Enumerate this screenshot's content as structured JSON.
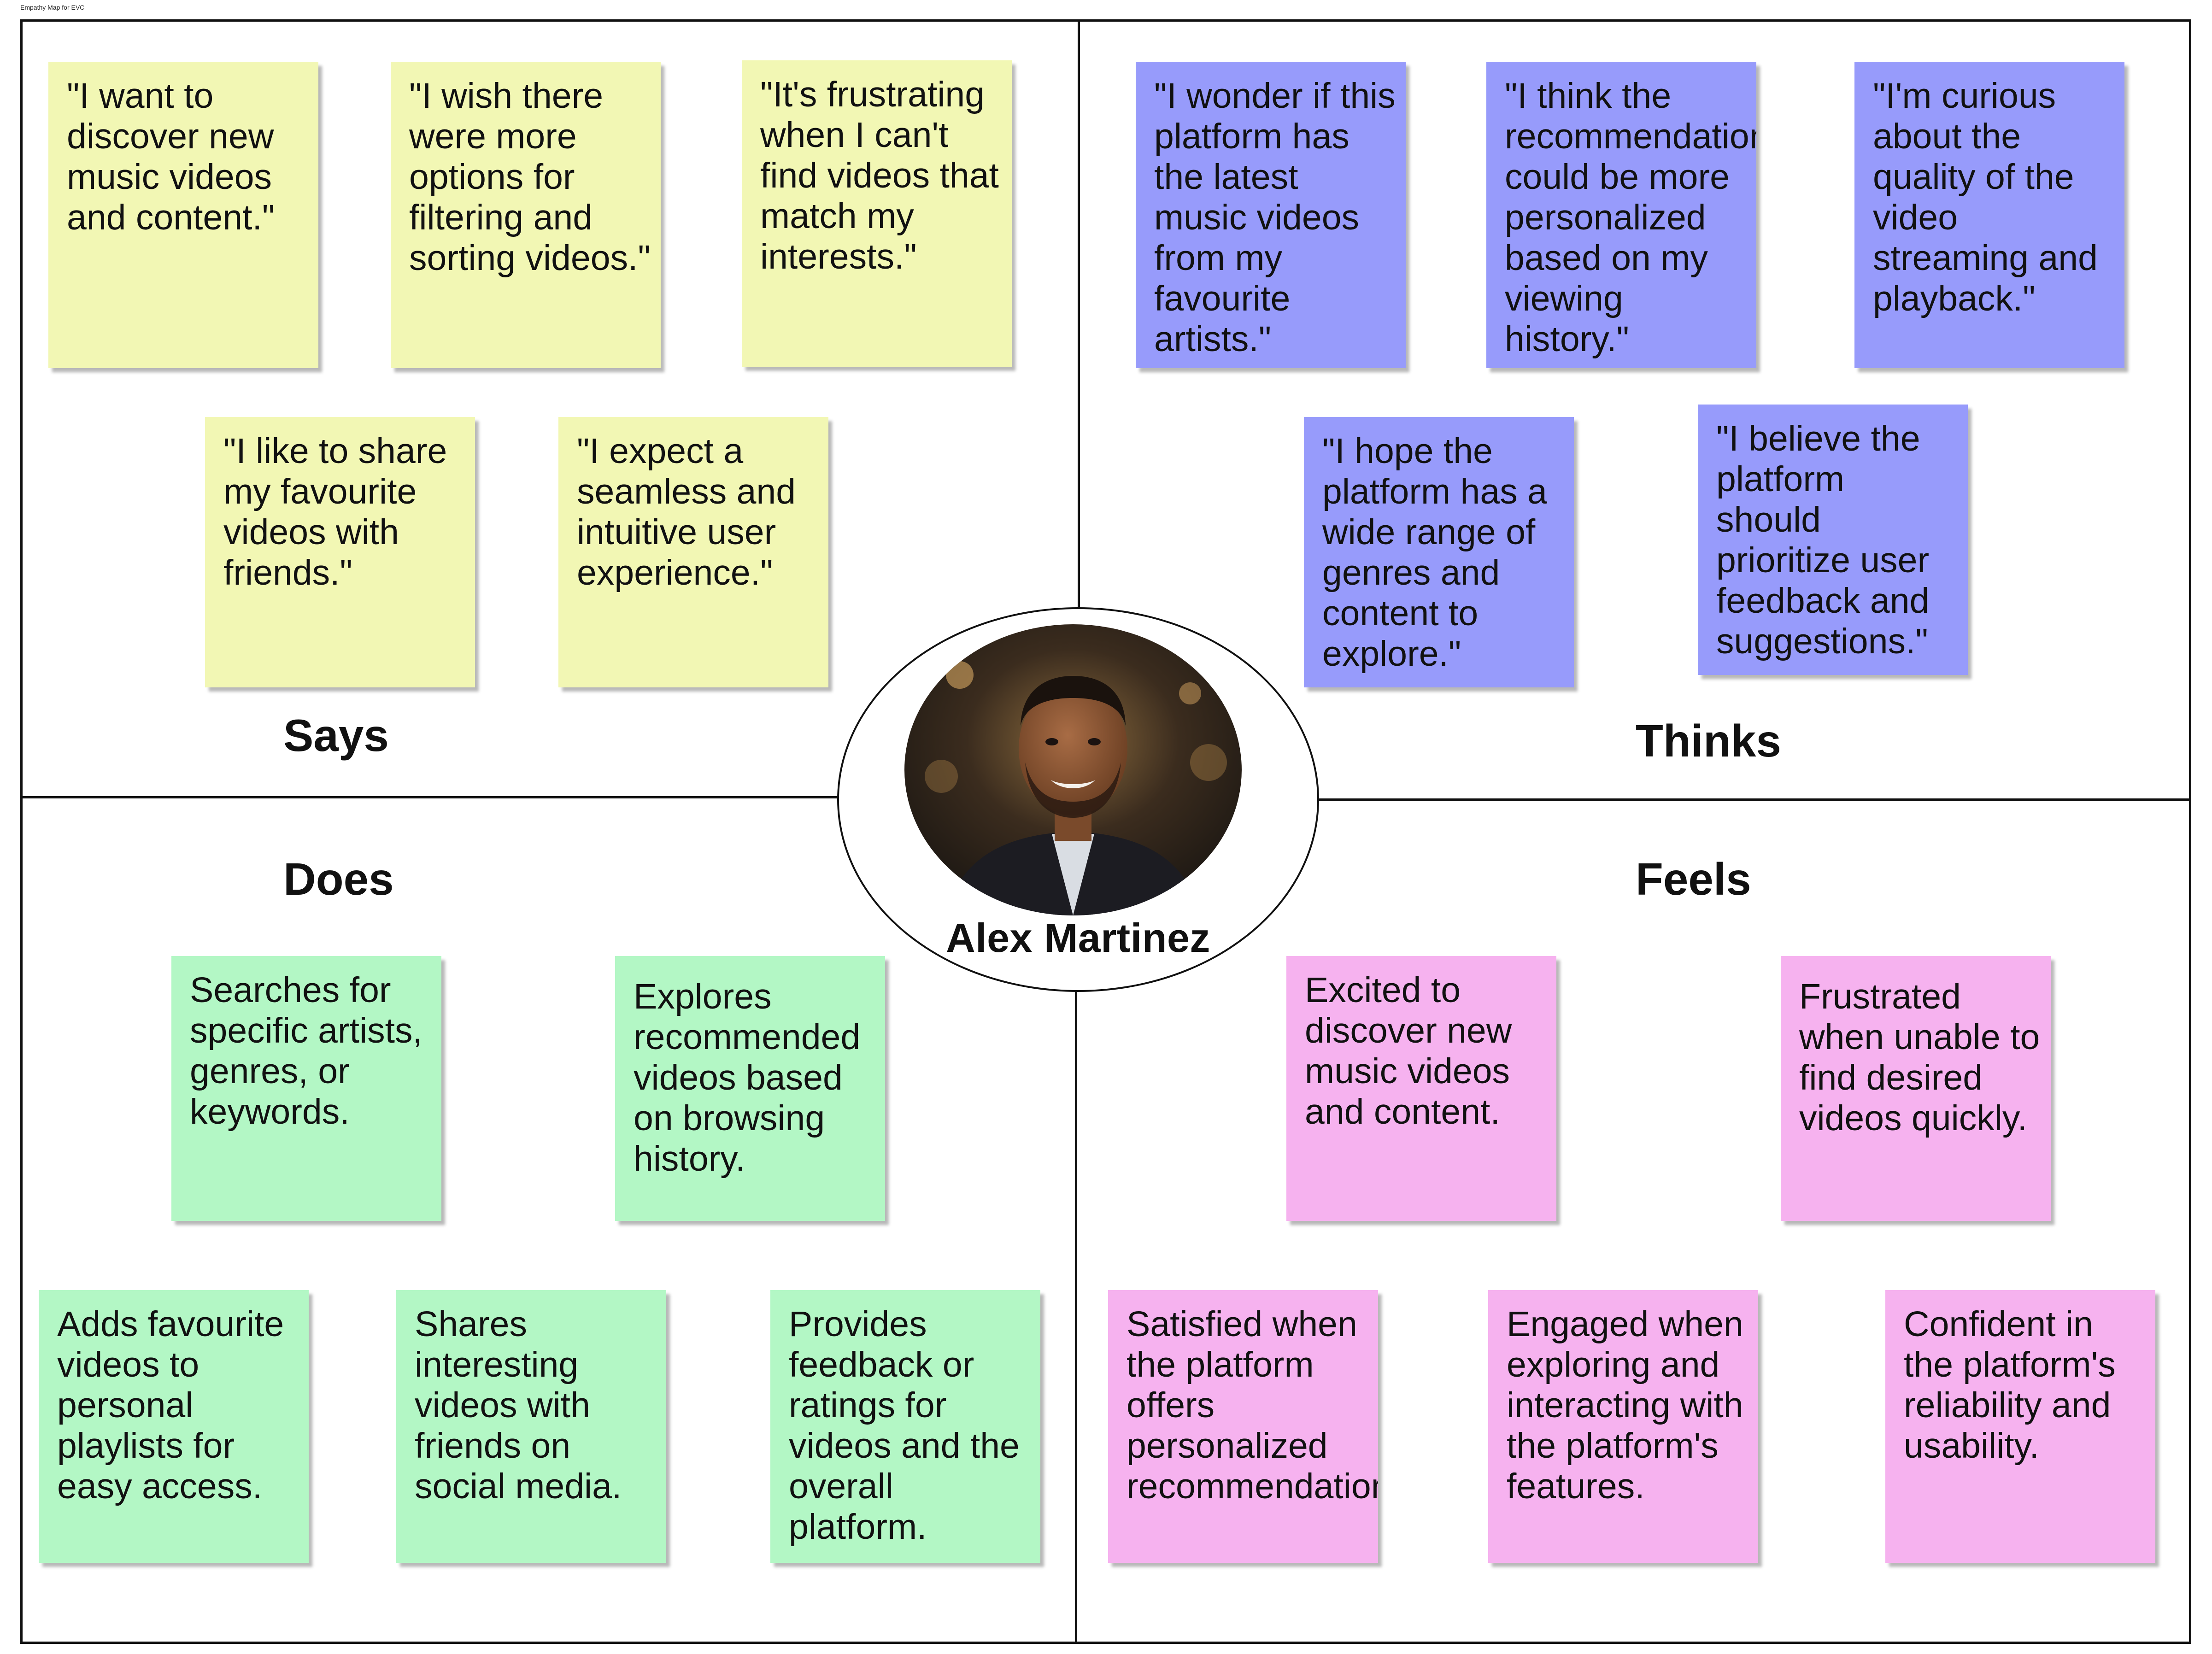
{
  "canvas": {
    "title": "Empathy Map for EVC"
  },
  "persona": {
    "name": "Alex Martinez"
  },
  "quadrants": {
    "says": {
      "label": "Says",
      "notes": [
        "\"I want to discover new music videos and content.\"",
        "\"I wish there were more options for filtering and sorting videos.\"",
        "\"It's frustrating when I can't find videos that match my interests.\"",
        "\"I like to share my favourite videos with friends.\"",
        "\"I expect a seamless and intuitive user experience.\""
      ]
    },
    "thinks": {
      "label": "Thinks",
      "notes": [
        "\"I wonder if this platform has the latest music videos from my favourite artists.\"",
        "\"I think the recommendations could be more personalized based on my viewing history.\"",
        "\"I'm curious about the quality of the video streaming and playback.\"",
        "\"I hope the platform has a wide range of genres and content to explore.\"",
        "\"I believe the platform should prioritize user feedback and suggestions.\""
      ]
    },
    "does": {
      "label": "Does",
      "notes": [
        "Searches for specific artists, genres, or keywords.",
        "Explores recommended videos based on browsing history.",
        "Adds favourite videos to personal playlists for easy access.",
        "Shares interesting videos with friends on social media.",
        "Provides feedback or ratings for videos and the overall platform."
      ]
    },
    "feels": {
      "label": "Feels",
      "notes": [
        "Excited to discover new music videos and content.",
        "Frustrated when unable to find desired videos quickly.",
        "Satisfied when the platform offers personalized recommendations.",
        "Engaged when exploring and interacting with the platform's features.",
        "Confident in the platform's reliability and usability."
      ]
    }
  },
  "colors": {
    "says_note": "#f2f7b4",
    "thinks_note": "#979bfb",
    "does_note": "#b3f7c5",
    "feels_note": "#f6b2ef",
    "border": "#111111"
  }
}
